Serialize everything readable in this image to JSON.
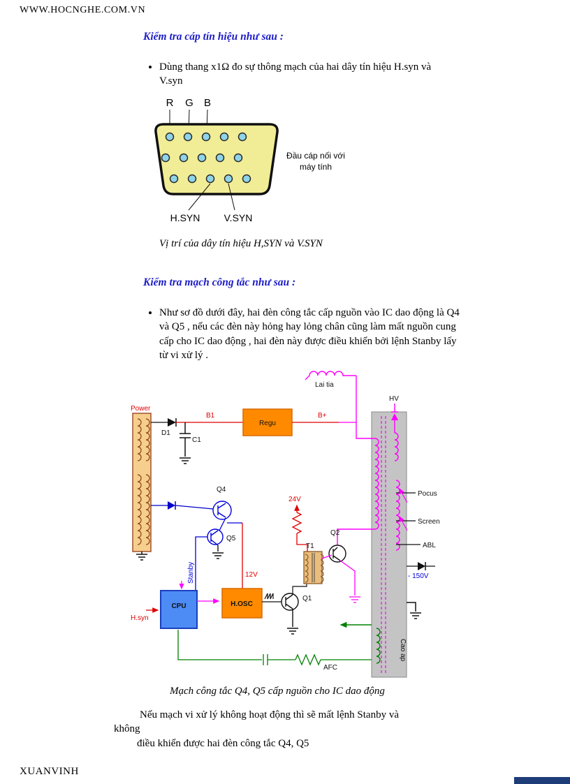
{
  "page": {
    "header": "WWW.HOCNGHE.COM.VN",
    "footer": "XUANVINH"
  },
  "colors": {
    "heading_blue": "#1c1cc8",
    "label_red": "#e00000",
    "wire_magenta": "#ff00ff",
    "wire_blue": "#0000dd",
    "wire_green": "#008000",
    "box_orange": "#ff8a00",
    "connector_yellow": "#f1ed96",
    "flyback_gray": "#c4c4c4",
    "corner_bar_navy": "#1e3c78"
  },
  "signal_section": {
    "heading": "Kiểm tra cáp tín hiệu như sau :",
    "bullet": "Dùng thang  x1Ω   đo sự thông mạch của hai dây tín hiệu H.syn và V.syn",
    "caption": "Vị trí của dây tín hiệu  H,SYN và V.SYN",
    "connector": {
      "pin_r": "R",
      "pin_g": "G",
      "pin_b": "B",
      "hsyn": "H.SYN",
      "vsyn": "V.SYN",
      "note": "Đầu cáp nối với máy tính"
    }
  },
  "switch_section": {
    "heading": "Kiểm tra mạch công tắc như sau :",
    "bullet": "Như sơ đồ dưới đây, hai đèn công tắc cấp nguồn vào IC dao động là Q4 và Q5 , nếu các đèn này hỏng hay lỏng chân cũng làm mất nguồn cung cấp cho IC dao động , hai đèn này được điều khiển bởi lệnh Stanby lấy từ vi xử lý .",
    "caption": "Mạch công tắc Q4, Q5 cấp nguồn cho IC dao động",
    "closing_lines": [
      "Nếu mạch vi xử lý không hoạt động thì sẽ mất lệnh Stanby và",
      "không",
      "điều khiển được hai đèn công tắc Q4, Q5"
    ]
  },
  "circuit": {
    "power": "Power",
    "d1": "D1",
    "c1": "C1",
    "b1": "B1",
    "regu": "Regu",
    "b_plus": "B+",
    "lai_tia": "Lai tia",
    "hv": "HV",
    "q4": "Q4",
    "q5": "Q5",
    "stanby": "Stanby",
    "v12": "12V",
    "v24": "24V",
    "t1": "T1",
    "q1": "Q1",
    "q2": "Q2",
    "h_osc": "H.OSC",
    "cpu": "CPU",
    "h_syn": "H.syn",
    "focus": "Pocus",
    "screen": "Screen",
    "abl": "ABL",
    "v150": "- 150V",
    "cao_ap": "Cao ap",
    "afc": "AFC"
  }
}
